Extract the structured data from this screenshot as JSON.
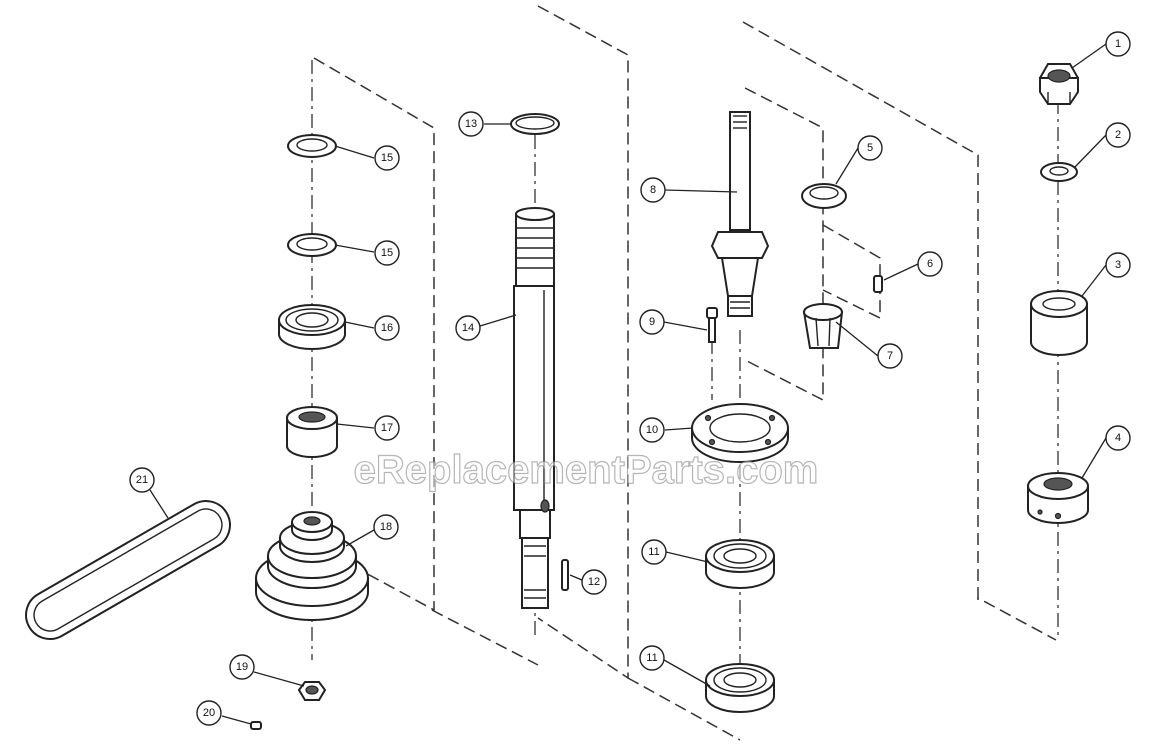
{
  "watermark": "eReplacementParts.com",
  "callouts": [
    {
      "id": "1",
      "label": "1"
    },
    {
      "id": "2",
      "label": "2"
    },
    {
      "id": "3",
      "label": "3"
    },
    {
      "id": "4",
      "label": "4"
    },
    {
      "id": "5",
      "label": "5"
    },
    {
      "id": "6",
      "label": "6"
    },
    {
      "id": "7",
      "label": "7"
    },
    {
      "id": "8",
      "label": "8"
    },
    {
      "id": "9",
      "label": "9"
    },
    {
      "id": "10",
      "label": "10"
    },
    {
      "id": "11a",
      "label": "11"
    },
    {
      "id": "11b",
      "label": "11"
    },
    {
      "id": "12",
      "label": "12"
    },
    {
      "id": "13",
      "label": "13"
    },
    {
      "id": "14",
      "label": "14"
    },
    {
      "id": "15a",
      "label": "15"
    },
    {
      "id": "15b",
      "label": "15"
    },
    {
      "id": "16",
      "label": "16"
    },
    {
      "id": "17",
      "label": "17"
    },
    {
      "id": "18",
      "label": "18"
    },
    {
      "id": "19",
      "label": "19"
    },
    {
      "id": "20",
      "label": "20"
    },
    {
      "id": "21",
      "label": "21"
    }
  ]
}
